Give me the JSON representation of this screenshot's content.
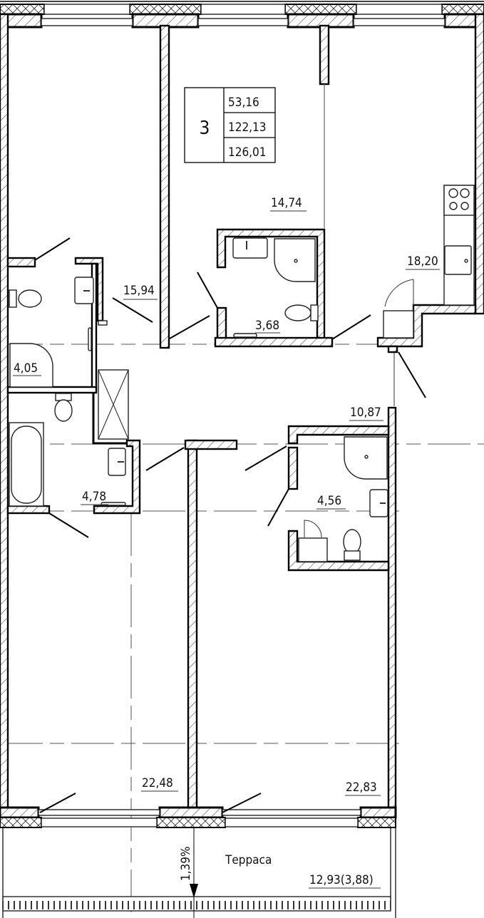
{
  "plan": {
    "type": "apartment floor plan",
    "apartment_card": {
      "rooms_count": "3",
      "living_area": "53,16",
      "total_area": "122,13",
      "total_area_with_terrace": "126,01"
    },
    "rooms": [
      {
        "id": "bedroom-top-left",
        "area": "15,94"
      },
      {
        "id": "living-room",
        "area": "14,74"
      },
      {
        "id": "kitchen",
        "area": "18,20"
      },
      {
        "id": "bathroom-top",
        "area": "3,68"
      },
      {
        "id": "bathroom-left-upper",
        "area": "4,05"
      },
      {
        "id": "bathroom-left-lower",
        "area": "4,78"
      },
      {
        "id": "hallway",
        "area": "10,87"
      },
      {
        "id": "bathroom-right",
        "area": "4,56"
      },
      {
        "id": "bedroom-bottom-left",
        "area": "22,48"
      },
      {
        "id": "bedroom-bottom-right",
        "area": "22,83"
      }
    ],
    "terrace": {
      "label": "Терраса",
      "area": "12,93(3,88)",
      "slope": "1,39%"
    },
    "icons": [
      "stove-icon",
      "sink-icon",
      "toilet-icon",
      "shower-icon",
      "bathtub-icon",
      "ventilation-shaft-icon",
      "door-swing-icon"
    ]
  }
}
